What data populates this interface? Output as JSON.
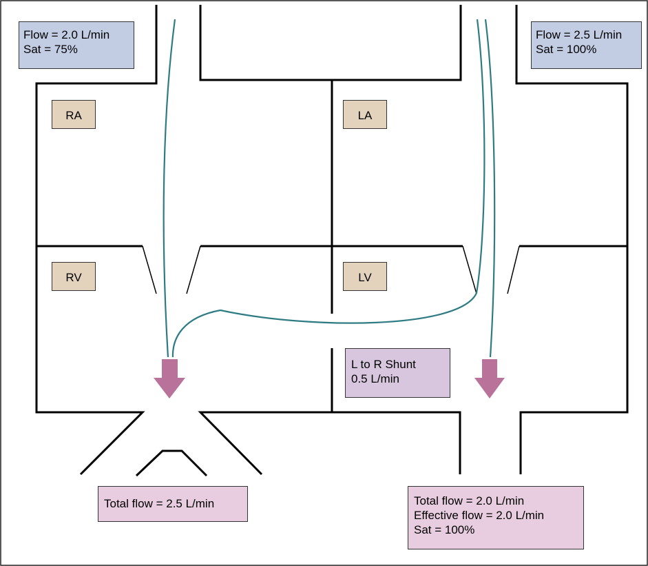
{
  "diagram": {
    "inflow_left": {
      "flow": "Flow = 2.0 L/min",
      "sat": "Sat = 75%"
    },
    "inflow_right": {
      "flow": "Flow = 2.5 L/min",
      "sat": "Sat = 100%"
    },
    "chambers": {
      "ra": "RA",
      "la": "LA",
      "rv": "RV",
      "lv": "LV"
    },
    "shunt": {
      "title": "L to R Shunt",
      "flow": "0.5 L/min"
    },
    "outflow_left": {
      "total": "Total flow = 2.5 L/min"
    },
    "outflow_right": {
      "total": "Total flow = 2.0 L/min",
      "effective": "Effective flow = 2.0 L/min",
      "sat": "Sat = 100%"
    },
    "colors": {
      "flow_line": "#2e7b84",
      "arrow": "#b9729a",
      "inflow_box": "#c2cde4",
      "chamber_box": "#e3d3bd",
      "shunt_box": "#d8c5de",
      "outflow_box": "#e8cde0"
    }
  }
}
